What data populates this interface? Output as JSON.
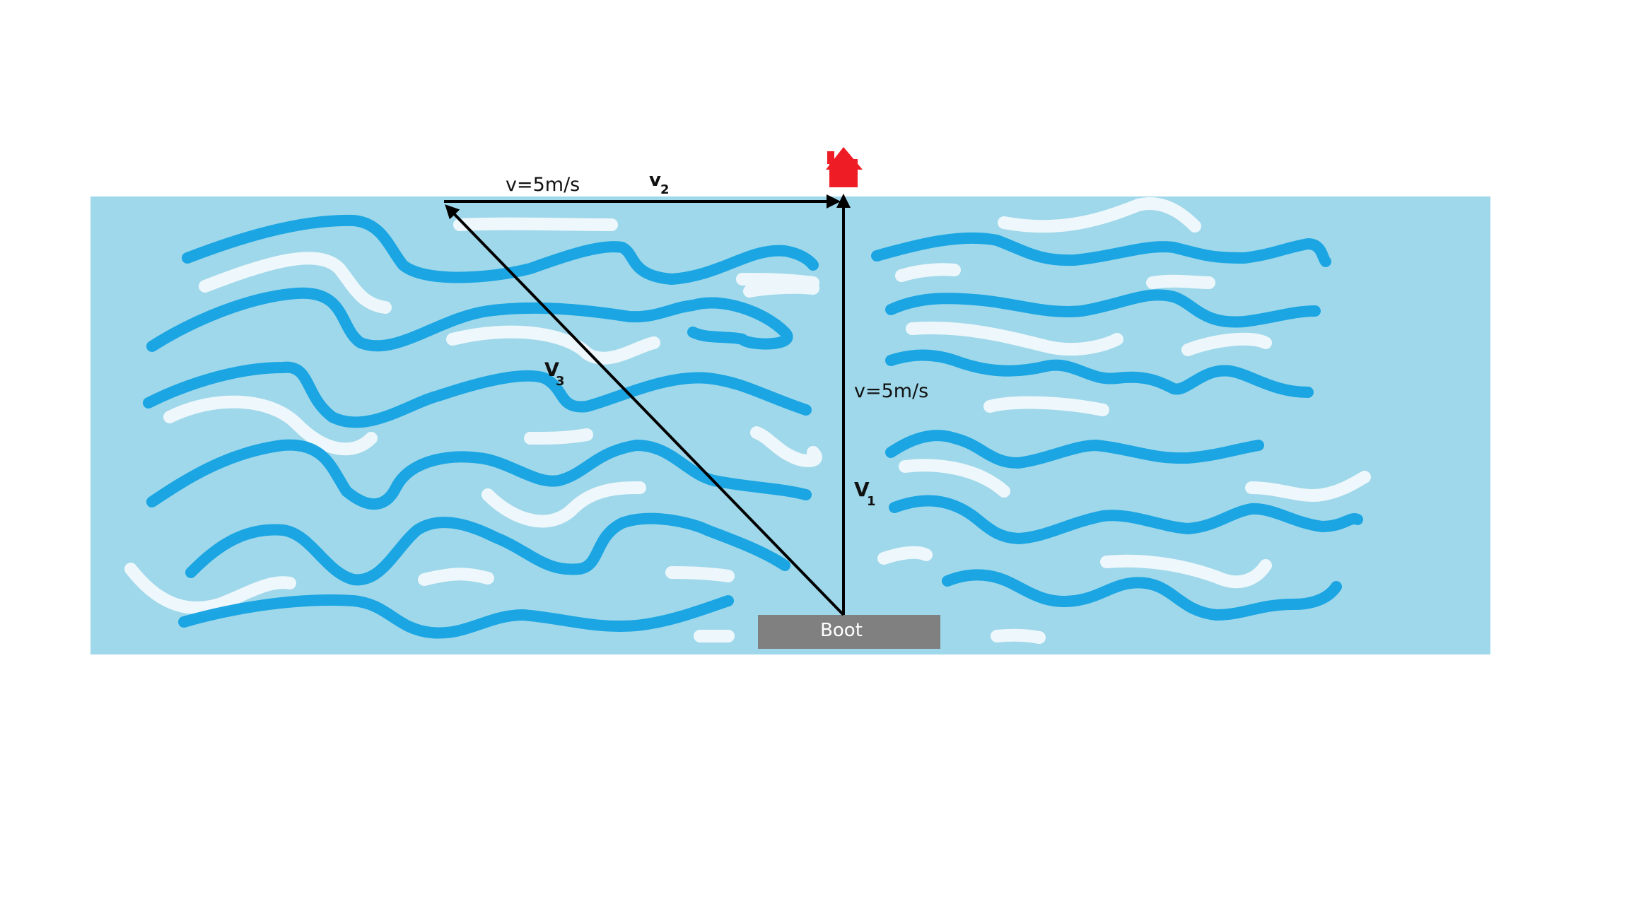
{
  "boat": {
    "label": "Boot"
  },
  "vectors": {
    "v1": {
      "symbol": "V",
      "subscript": "1",
      "speed_label": "v=5m/s"
    },
    "v2": {
      "symbol": "v",
      "subscript": "2",
      "speed_label": "v=5m/s"
    },
    "v3": {
      "symbol": "V",
      "subscript": "3"
    }
  },
  "icons": {
    "house": "house-icon"
  },
  "colors": {
    "river": "#9fd8ea",
    "wave_blue": "#14a3e3",
    "wave_white": "#f2f9fc",
    "boat": "#808080",
    "house": "#ee1c24",
    "arrow": "#000000"
  }
}
